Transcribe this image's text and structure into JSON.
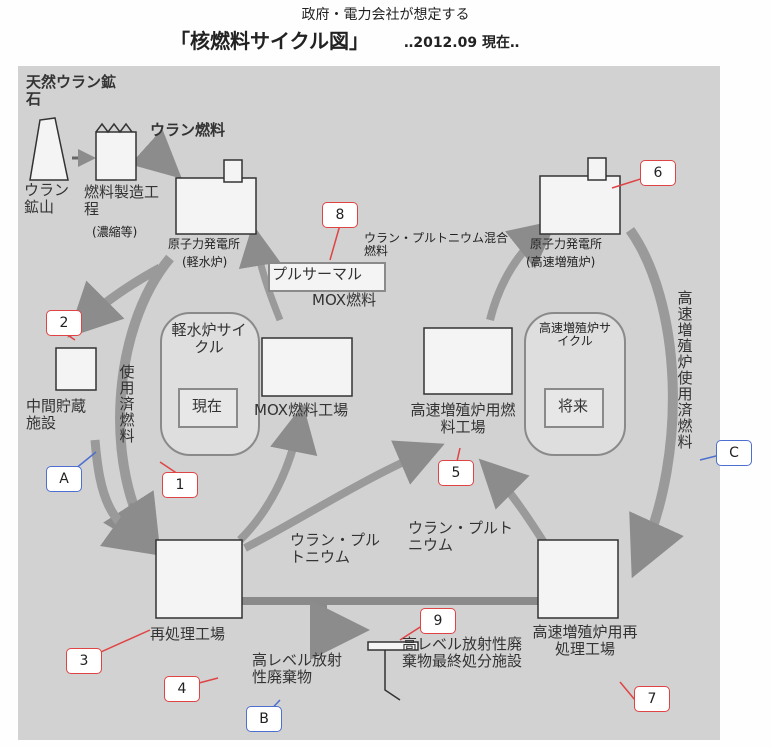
{
  "header": {
    "subtitle": "政府・電力会社が想定する",
    "title": "「核燃料サイクル図」",
    "date": "‥2012.09 現在‥"
  },
  "labels": {
    "natural_uranium": "天然ウラン鉱石",
    "uranium_mine": "ウラン鉱山",
    "fuel_fab": "燃料製造工程",
    "fuel_fab_note": "(濃縮等)",
    "uranium_fuel": "ウラン燃料",
    "lwr_plant": "原子力発電所",
    "lwr_type": "(軽水炉)",
    "fbr_plant": "原子力発電所",
    "fbr_type": "(高速増殖炉)",
    "interim_storage": "中間貯蔵施設",
    "spent_fuel": "使用済燃料",
    "lwr_cycle": "軽水炉サイクル",
    "current": "現在",
    "pluthermal": "プルサーマル",
    "mox_fuel": "MOX燃料",
    "mox_factory": "MOX燃料工場",
    "u_pu_mixed": "ウラン・プルトニウム混合燃料",
    "fbr_fuel_factory": "高速増殖炉用燃料工場",
    "fbr_cycle": "高速増殖炉サイクル",
    "future": "将来",
    "fbr_spent_fuel": "高速増殖炉使用済燃料",
    "u_pu_left": "ウラン・プルトニウム",
    "u_pu_right": "ウラン・プルトニウム",
    "reprocessing": "再処理工場",
    "hlw_waste": "高レベル放射性廃棄物",
    "hlw_disposal": "高レベル放射性廃棄物最終処分施設",
    "fbr_reprocessing": "高速増殖炉用再処理工場"
  },
  "badges": [
    "1",
    "2",
    "3",
    "4",
    "5",
    "6",
    "7",
    "8",
    "9",
    "A",
    "B",
    "C"
  ]
}
